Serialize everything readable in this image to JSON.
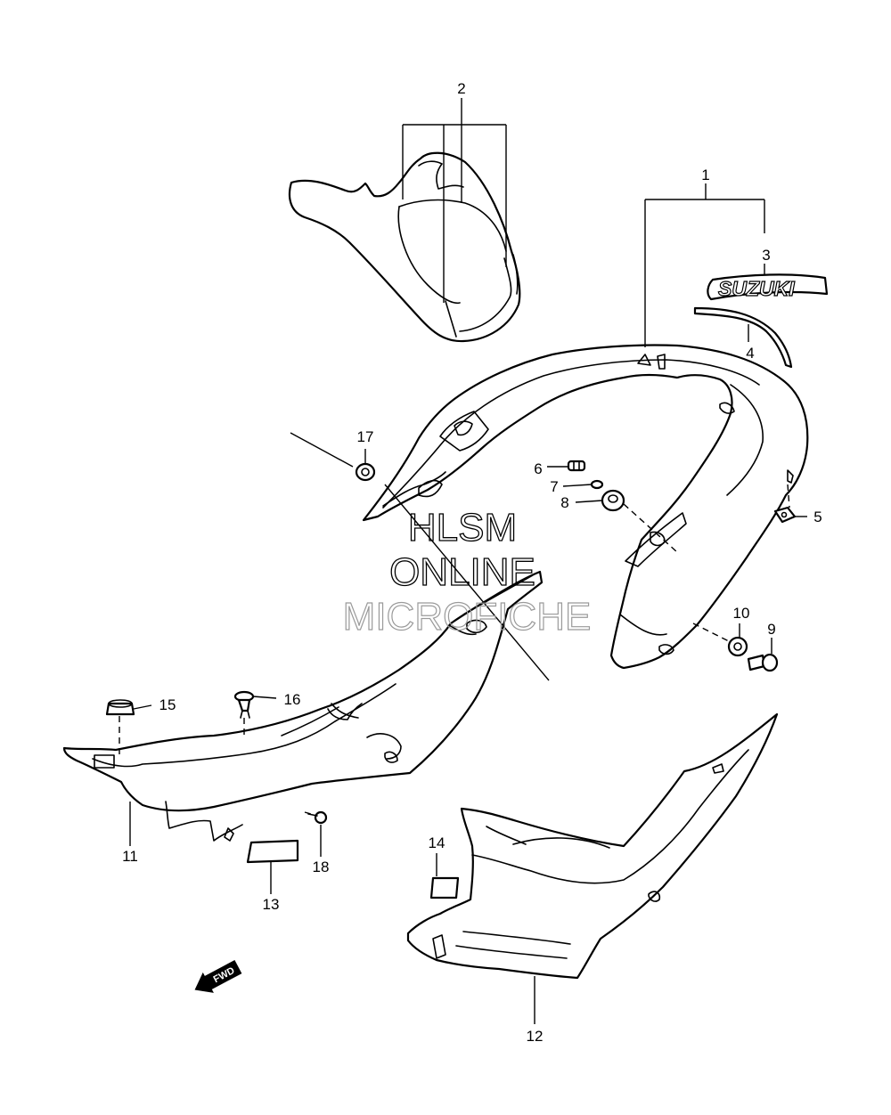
{
  "callouts": {
    "c1": "1",
    "c2": "2",
    "c3": "3",
    "c4": "4",
    "c5": "5",
    "c6": "6",
    "c7": "7",
    "c8": "8",
    "c9": "9",
    "c10": "10",
    "c11": "11",
    "c12": "12",
    "c13": "13",
    "c14": "14",
    "c15": "15",
    "c16": "16",
    "c17": "17",
    "c18": "18"
  },
  "emblem_text": "SUZUKI",
  "fwd_label": "FWD",
  "watermark": {
    "line1": "HLSM",
    "line2": "ONLINE",
    "line3": "MICROFICHE"
  }
}
